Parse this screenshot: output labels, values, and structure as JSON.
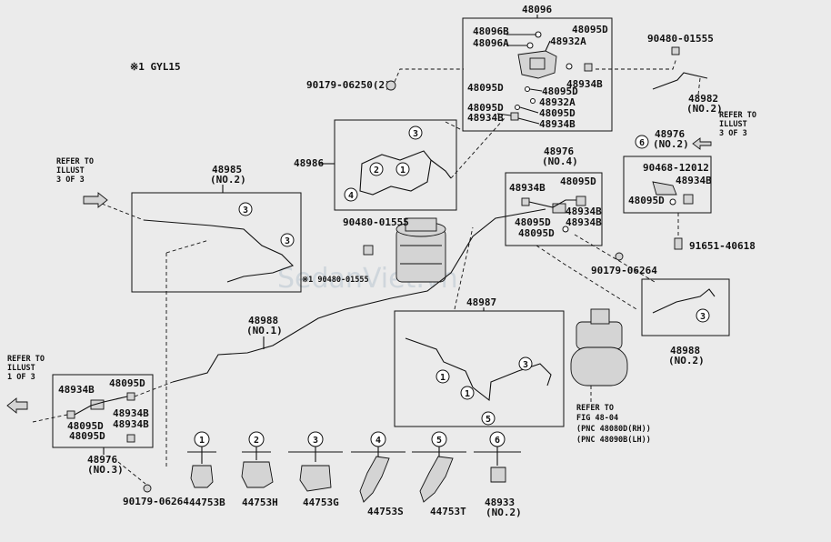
{
  "note": "※1 GYL15",
  "watermark": "SedanViet.vn",
  "refs": {
    "left_top": [
      "REFER TO",
      "ILLUST",
      "3 OF 3"
    ],
    "left_mid": [
      "REFER TO",
      "ILLUST",
      "1 OF 3"
    ],
    "right_top": [
      "REFER TO",
      "ILLUST",
      "3 OF 3"
    ],
    "fig": [
      "REFER TO",
      "FIG 48-04",
      "(PNC 48080D(RH))",
      "(PNC 48090B(LH))"
    ]
  },
  "part_numbers": {
    "p48096": "48096",
    "p48096B": "48096B",
    "p48096A": "48096A",
    "p48095D_a": "48095D",
    "p48932A_a": "48932A",
    "p48934B_a": "48934B",
    "p48095D_b": "48095D",
    "p48095D_c": "48095D",
    "p48932A_b": "48932A",
    "p48095D_d": "48095D",
    "p48095D_e": "48095D",
    "p48934B_b": "48934B",
    "p48934B_c": "48934B",
    "p90480_top": "90480-01555",
    "p48982": "48982",
    "p48982_no": "(NO.2)",
    "p90179_top": "90179-06250(2)",
    "p48986": "48986",
    "p48985": "48985",
    "p48985_no": "(NO.2)",
    "p48976_mid": "48976",
    "p48976_mid_no": "(NO.4)",
    "p48934B_m1": "48934B",
    "p48095D_m1": "48095D",
    "p48095D_m2": "48095D",
    "p48934B_m2": "48934B",
    "p48934B_m3": "48934B",
    "p48095D_m3": "48095D",
    "p48976_r": "48976",
    "p48976_r_no": "(NO.2)",
    "p90468": "90468-12012",
    "p48934B_r": "48934B",
    "p48095D_r": "48095D",
    "p91651": "91651-40618",
    "p90480_mid": "90480-01555",
    "p90480_wm": "※1 90480-01555",
    "p90179_mid": "90179-06264",
    "p48987": "48987",
    "p48988_l": "48988",
    "p48988_l_no": "(NO.1)",
    "p48988_r": "48988",
    "p48988_r_no": "(NO.2)",
    "p48934B_l1": "48934B",
    "p48095D_l1": "48095D",
    "p48095D_l2": "48095D",
    "p48934B_l2": "48934B",
    "p48934B_l3": "48934B",
    "p48095D_l3": "48095D",
    "p48976_l": "48976",
    "p48976_l_no": "(NO.3)",
    "p90179_bot": "90179-06264"
  },
  "legend": [
    {
      "num": "1",
      "part": "44753B",
      "sub": ""
    },
    {
      "num": "2",
      "part": "44753H",
      "sub": ""
    },
    {
      "num": "3",
      "part": "44753G",
      "sub": ""
    },
    {
      "num": "4",
      "part": "44753S",
      "sub": ""
    },
    {
      "num": "5",
      "part": "44753T",
      "sub": ""
    },
    {
      "num": "6",
      "part": "48933",
      "sub": "(NO.2)"
    }
  ],
  "callouts": [
    "1",
    "2",
    "3",
    "4",
    "5",
    "6"
  ]
}
